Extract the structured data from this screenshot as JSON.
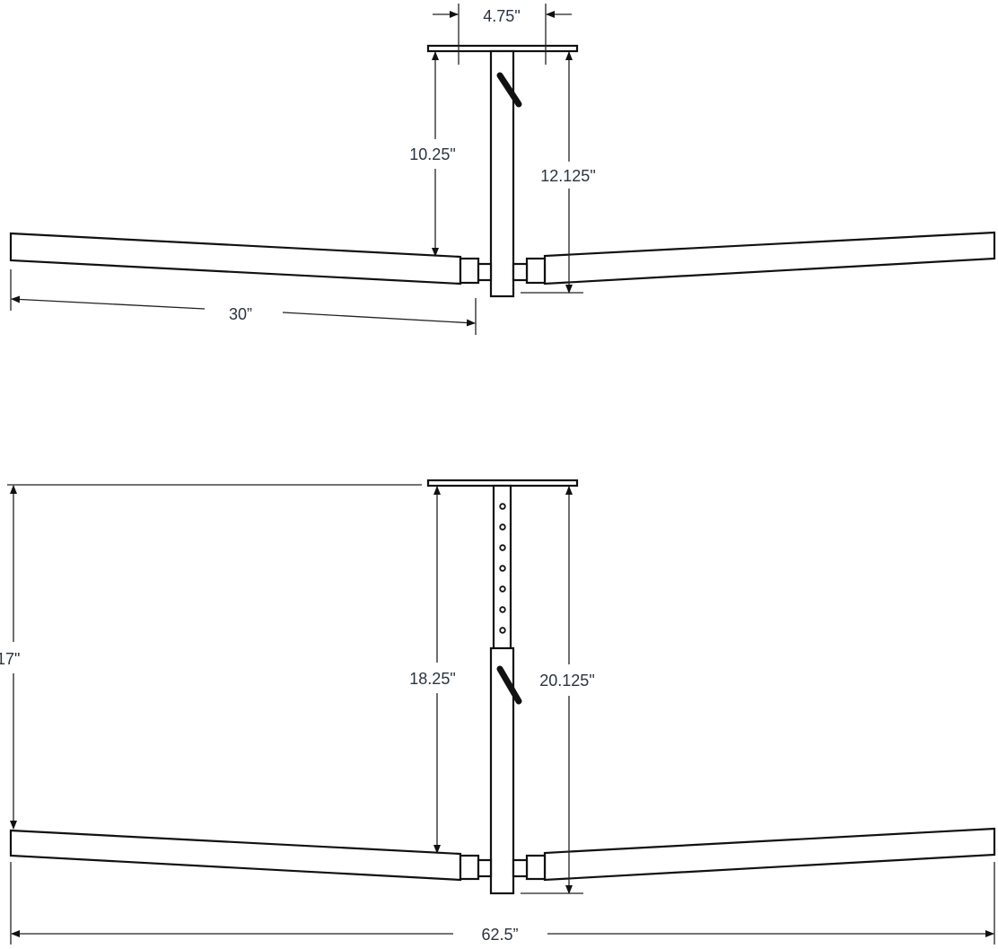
{
  "top_view": {
    "plate_width": "4.75\"",
    "height_to_arm": "10.25\"",
    "height_total": "12.125\"",
    "arm_length": "30”"
  },
  "bottom_view": {
    "overall_height": "17\"",
    "height_to_arm": "18.25\"",
    "height_total": "20.125\"",
    "overall_width": "62.5”",
    "adjustment_holes": 7
  }
}
